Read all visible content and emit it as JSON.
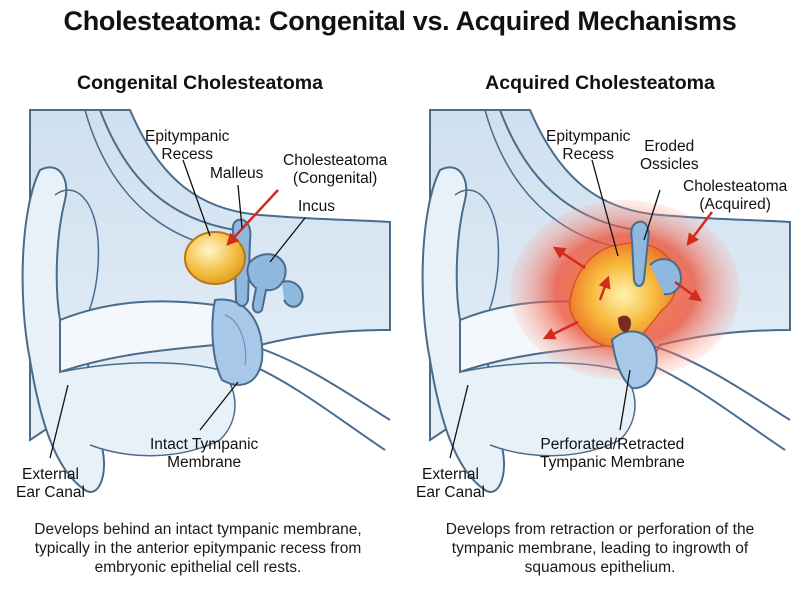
{
  "title": "Cholesteatoma: Congenital vs. Acquired Mechanisms",
  "colors": {
    "outline": "#4a6c8c",
    "tissue_fill": "#e8f1f8",
    "bone_fill": "#dce9f4",
    "ossicle_fill": "#8fb8de",
    "membrane_fill": "#a8c8ea",
    "cyst_fill": "#f5c046",
    "inflamed": "#e8432c",
    "arrow_red": "#d42a1e"
  },
  "panels": {
    "congenital": {
      "heading": "Congenital Cholesteatoma",
      "labels": {
        "epitympanic_recess": [
          "Epitympanic",
          "Recess"
        ],
        "malleus": [
          "Malleus"
        ],
        "cholesteatoma": [
          "Cholesteatoma",
          "(Congenital)"
        ],
        "incus": [
          "Incus"
        ],
        "tympanic_membrane": [
          "Intact Tympanic",
          "Membrane"
        ],
        "ear_canal": [
          "External",
          "Ear Canal"
        ]
      },
      "description": [
        "Develops behind an intact tympanic membrane,",
        "typically in the anterior epitympanic recess from",
        "embryonic epithelial cell rests."
      ]
    },
    "acquired": {
      "heading": "Acquired Cholesteatoma",
      "labels": {
        "epitympanic_recess": [
          "Epitympanic",
          "Recess"
        ],
        "eroded_ossicles": [
          "Eroded",
          "Ossicles"
        ],
        "cholesteatoma": [
          "Cholesteatoma",
          "(Acquired)"
        ],
        "tympanic_membrane": [
          "Perforated/Retracted",
          "Tympanic Membrane"
        ],
        "ear_canal": [
          "External",
          "Ear Canal"
        ]
      },
      "description": [
        "Develops from retraction or perforation of the",
        "tympanic membrane, leading to ingrowth of",
        "squamous epithelium."
      ]
    }
  }
}
